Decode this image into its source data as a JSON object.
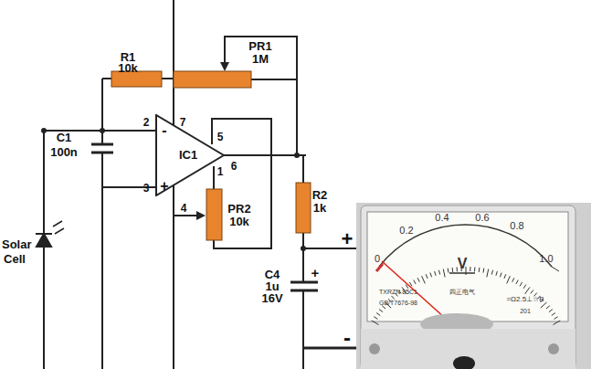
{
  "diagram": {
    "nodes": [
      {
        "text": [
          "IC1"
        ]
      }
    ],
    "labels": [
      "R1",
      "10k",
      "PR1",
      "1M",
      "2",
      "7",
      "5",
      "1",
      "6",
      "3",
      "4",
      "C1",
      "100n",
      "PR2",
      "10k",
      "R2",
      "1k",
      "Solar",
      "Cell",
      "C4",
      "1u",
      "16V",
      "+",
      "+",
      "-",
      "-",
      "+",
      "0",
      "0.2",
      "0.4",
      "0.6",
      "0.8",
      "1.0",
      "V",
      "TXRZN 85C1",
      "GB/T7676-98",
      "四正电气",
      "=Ω2.5⊥☆B",
      "201"
    ]
  }
}
